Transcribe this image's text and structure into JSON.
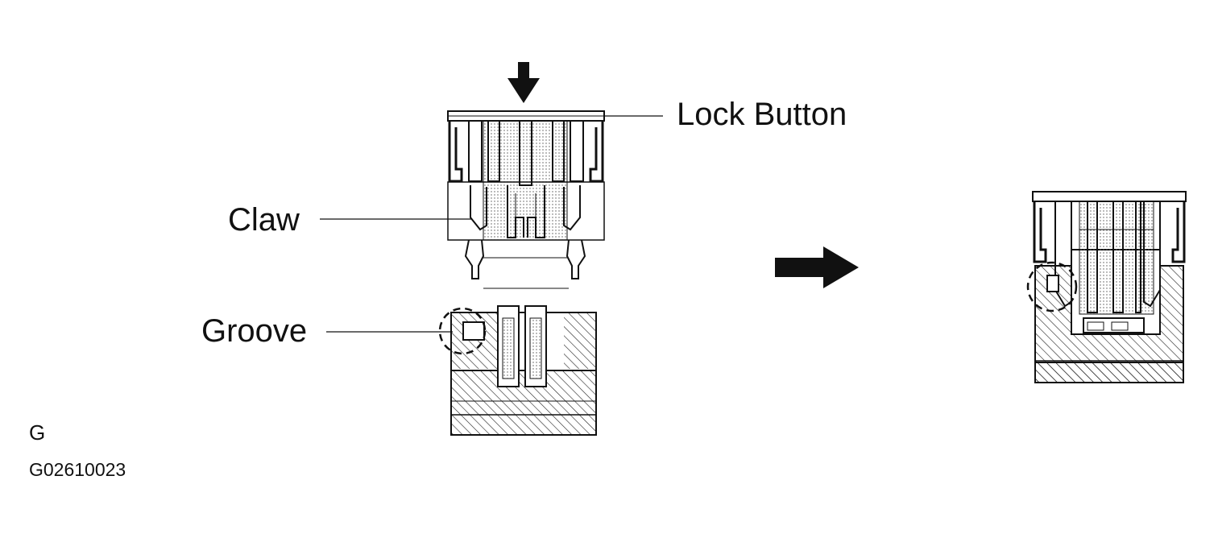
{
  "labels": {
    "lock_button": "Lock Button",
    "claw": "Claw",
    "groove": "Groove",
    "corner_letter": "G",
    "figure_code": "G02610023"
  },
  "icons": {
    "press_arrow": "arrow-down-icon",
    "transition_arrow": "arrow-right-icon"
  },
  "colors": {
    "ink": "#111111",
    "background": "#ffffff"
  }
}
